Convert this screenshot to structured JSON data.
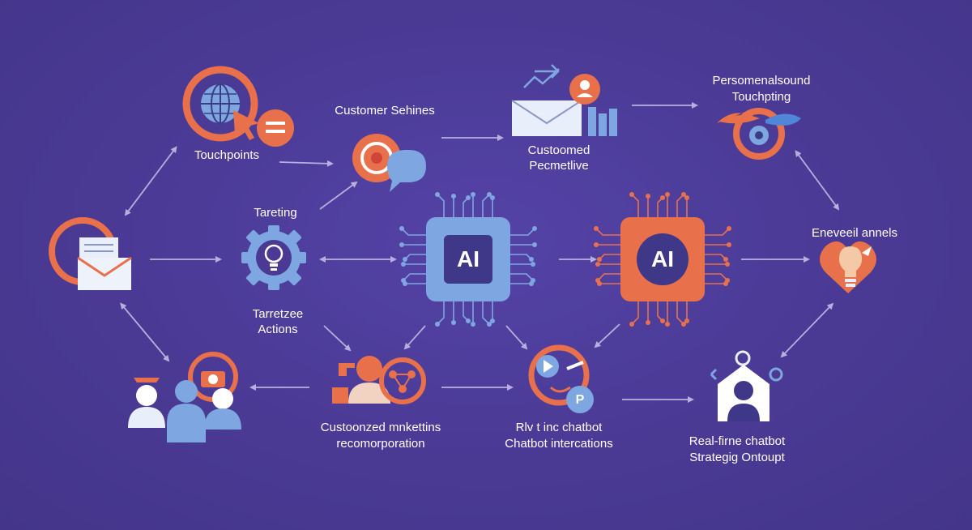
{
  "colors": {
    "background": "#4a3a94",
    "accent_orange": "#e8704a",
    "accent_blue": "#7ea6e0",
    "arrow": "#b7b0de",
    "text": "#ffffff"
  },
  "labels": {
    "touchpoints": "Touchpoints",
    "customer_segments": "Customer Sehines",
    "customized_perspective_1": "Custoomed",
    "customized_perspective_2": "Pecmetlive",
    "personalized_touchpoints_1": "Persomenalsound",
    "personalized_touchpoints_2": "Touchpting",
    "targeting": "Tareting",
    "targeted_actions_1": "Tarretzee",
    "targeted_actions_2": "Actions",
    "enabled_channels": "Eneveeil annels",
    "customized_marketing_1": "Custoonzed mnkettins",
    "customized_marketing_2": "recomorporation",
    "chatbot_1": "Rlv t inc chatbot",
    "chatbot_2": "Chatbot intercations",
    "realtime_chatbot_1": "Real-firne chatbot",
    "realtime_chatbot_2": "Strategig Ontoupt"
  },
  "chips": {
    "left_chip": "AI",
    "right_chip": "AI"
  },
  "icons": {
    "globe_cursor": "globe-cursor-icon",
    "target_chat": "target-chat-icon",
    "mail_person": "mail-person-icon",
    "personalization": "personalization-icon",
    "mail_stack": "mail-stack-icon",
    "gear_bulb": "gear-bulb-icon",
    "ai_chip_blue": "ai-chip-icon",
    "ai_chip_orange": "ai-chip-icon",
    "heart_bulb": "heart-bulb-icon",
    "people_camera": "people-camera-icon",
    "people_network": "people-network-icon",
    "play_badge": "play-badge-icon",
    "house_person": "house-person-icon"
  }
}
